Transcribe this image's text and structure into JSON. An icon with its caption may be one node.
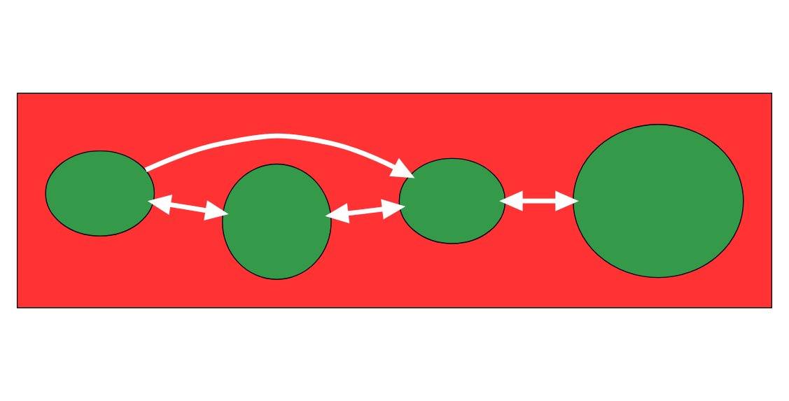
{
  "diagram": {
    "nodes": [
      {
        "text": [],
        "shape": "box"
      },
      {
        "text": [],
        "shape": "ellipse",
        "in": 0
      },
      {
        "text": [],
        "shape": "ellipse",
        "in": 0
      },
      {
        "text": [],
        "shape": "ellipse",
        "in": 0
      },
      {
        "text": [],
        "shape": "ellipse",
        "in": 0
      }
    ],
    "edges": [
      {
        "from": 1,
        "to": 3,
        "arrow": "to"
      },
      {
        "from": 1,
        "to": 2,
        "arrow": "both"
      },
      {
        "from": 2,
        "to": 3,
        "arrow": "both"
      },
      {
        "from": 3,
        "to": 4,
        "arrow": "both"
      }
    ]
  }
}
